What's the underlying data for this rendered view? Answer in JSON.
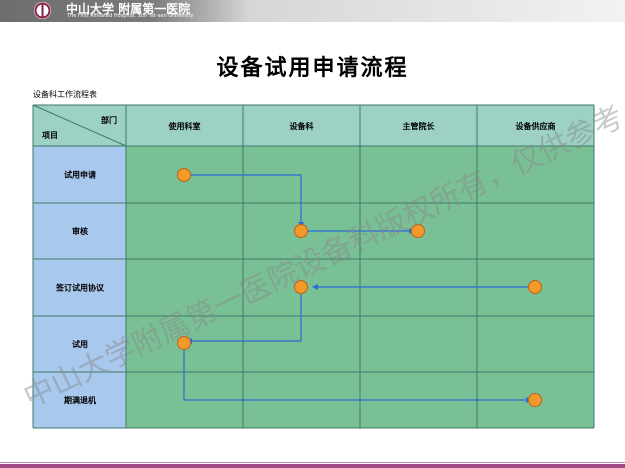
{
  "header": {
    "logo_text": "中山大学",
    "org_name": "附属第一医院",
    "org_name_en": "The First Affiliated Hospital, Sun Yat-sen University"
  },
  "title": "设备试用申请流程",
  "table_caption": "设备科工作流程表",
  "corner_top": "部门",
  "corner_bottom": "项目",
  "departments": [
    "使用科室",
    "设备科",
    "主管院长",
    "设备供应商"
  ],
  "steps": [
    "试用申请",
    "审核",
    "签订试用协议",
    "试用",
    "期满退机"
  ],
  "watermark": "中山大学附属第一医院设备科版权所有，仅供参考",
  "colors": {
    "header_cell": "#9dd1c4",
    "row_label_cell": "#a8c8ee",
    "body_cell": "#7ac095",
    "grid": "#3d7a6a",
    "node_fill": "#f39a2b",
    "node_stroke": "#c0601a",
    "connector": "#2f6bd6"
  }
}
